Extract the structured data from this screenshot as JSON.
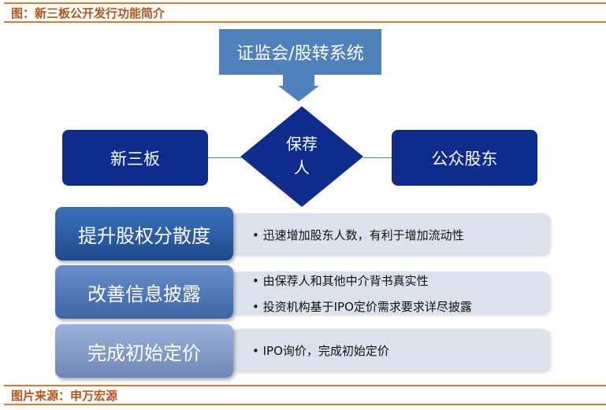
{
  "caption": "图：新三板公开发行功能简介",
  "source": "图片来源：申万宏源",
  "diagram": {
    "regulator": "证监会/股转系统",
    "left": "新三板",
    "sponsor_line1": "保荐",
    "sponsor_line2": "人",
    "right": "公众股东",
    "functions": [
      {
        "title": "提升股权分散度",
        "points": [
          "迅速增加股东人数，有利于增加流动性"
        ]
      },
      {
        "title": "改善信息披露",
        "points": [
          "由保荐人和其他中介背书真实性",
          "投资机构基于IPO定价需求要求详尽披露"
        ]
      },
      {
        "title": "完成初始定价",
        "points": [
          "IPO询价，完成初始定价"
        ]
      }
    ]
  }
}
